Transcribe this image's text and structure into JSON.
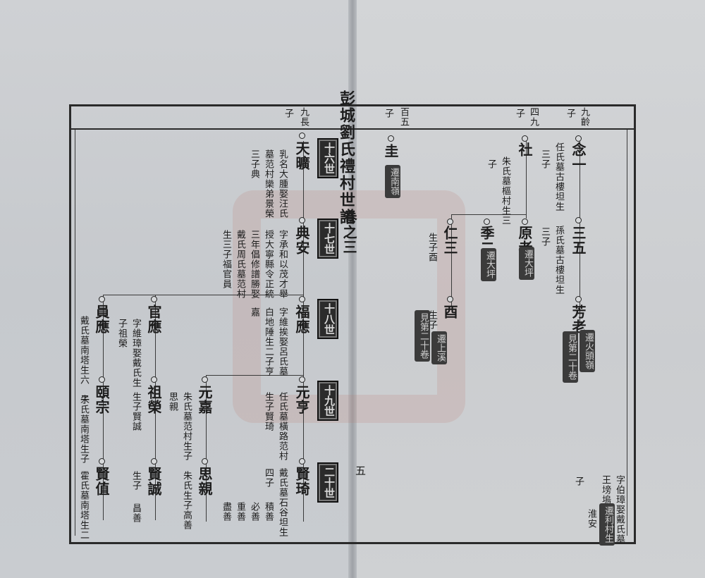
{
  "title": "彭城劉氏禮村世譜",
  "volume": "卷之三",
  "page_number": "五",
  "left": {
    "top_note_1": "九長",
    "top_note_2": "子",
    "generations": [
      "十六世",
      "十七世",
      "十八世",
      "十九世",
      "二十世"
    ],
    "tianrang": {
      "name": "天曠",
      "note_a": "乳名大腫娶汪氏",
      "note_b": "墓范村欒弟景榮",
      "note_c": "三子典"
    },
    "dian_an": {
      "name": "典安",
      "note_a": "字承和以茂才舉",
      "note_b": "授大寧縣令正統",
      "note_c": "三年倡修譜勝娶",
      "note_d": "戴氏周氏墓范村",
      "note_e": "生三子福官員"
    },
    "fu_ying": {
      "name": "福應",
      "note_a": "字維挨娶呂氏墓",
      "note_b": "白地陲生二子亨",
      "note_c": "嘉"
    },
    "guan_ying": {
      "name": "官應",
      "note_a": "字維璋娶戴氏生",
      "note_b": "子祖榮"
    },
    "yuan_ying": {
      "name": "員應",
      "note_a": "戴氏墓南塔生六",
      "note_b": "子"
    },
    "yuan_heng": {
      "name": "元亨",
      "note_a": "任氏墓橫路范村",
      "note_b": "生子賢琦"
    },
    "yuan_jia": {
      "name": "元嘉",
      "note_a": "朱氏墓范村生子",
      "note_b": "思親"
    },
    "zu_rong": {
      "name": "祖榮",
      "note_a": "生子賢誠"
    },
    "yi_zong": {
      "name": "頤宗",
      "note_a": "朱氏墓南塔生子"
    },
    "xian_qi": {
      "name": "賢琦",
      "note_a": "戴氏墓石谷坦生",
      "note_b": "四子",
      "sons_a": "積善",
      "sons_b": "必善",
      "sons_c": "重善",
      "sons_d": "盡善"
    },
    "si_qin": {
      "name": "思親",
      "note_a": "朱氏生子高善"
    },
    "xian_cheng": {
      "name": "賢誠",
      "note_a": "生子",
      "note_b": "昌善"
    },
    "xian_zhi": {
      "name": "賢值",
      "note_a": "霍氏墓南塔生二"
    }
  },
  "right": {
    "top": [
      "九齡",
      "子",
      "四九",
      "子",
      "百五",
      "子"
    ],
    "nian_yi": {
      "name": "念一",
      "note_a": "任氏墓古樓坦生",
      "note_b": "三子"
    },
    "san_wu": {
      "name": "三五",
      "note_a": "孫氏墓古樓坦生",
      "note_b": "三子"
    },
    "fang_lao": {
      "name": "芳老",
      "seal_a": "遷火頭嶺",
      "seal_b": "見第二十卷"
    },
    "she": {
      "name": "社",
      "note_a": "朱氏墓樞村生三",
      "note_b": "子"
    },
    "yuan_lao": {
      "name": "原老",
      "seal": "遷大坪"
    },
    "ji_er": {
      "name": "季二",
      "seal": "遷大坪"
    },
    "ren_san": {
      "name": "仁三",
      "note_a": "生子酉"
    },
    "you": {
      "name": "酉",
      "note_a": "生子",
      "seal_a": "遷上溪",
      "seal_b": "見第二十卷"
    },
    "gui": {
      "name": "圭",
      "seal": "遷南嶺"
    },
    "bottom_note_a": "字伯璋娶戴氏墓",
    "bottom_note_b": "王塝塢",
    "bottom_note_c": "淮安",
    "bottom_note_d": "子",
    "bottom_seal": "遷利村生"
  }
}
